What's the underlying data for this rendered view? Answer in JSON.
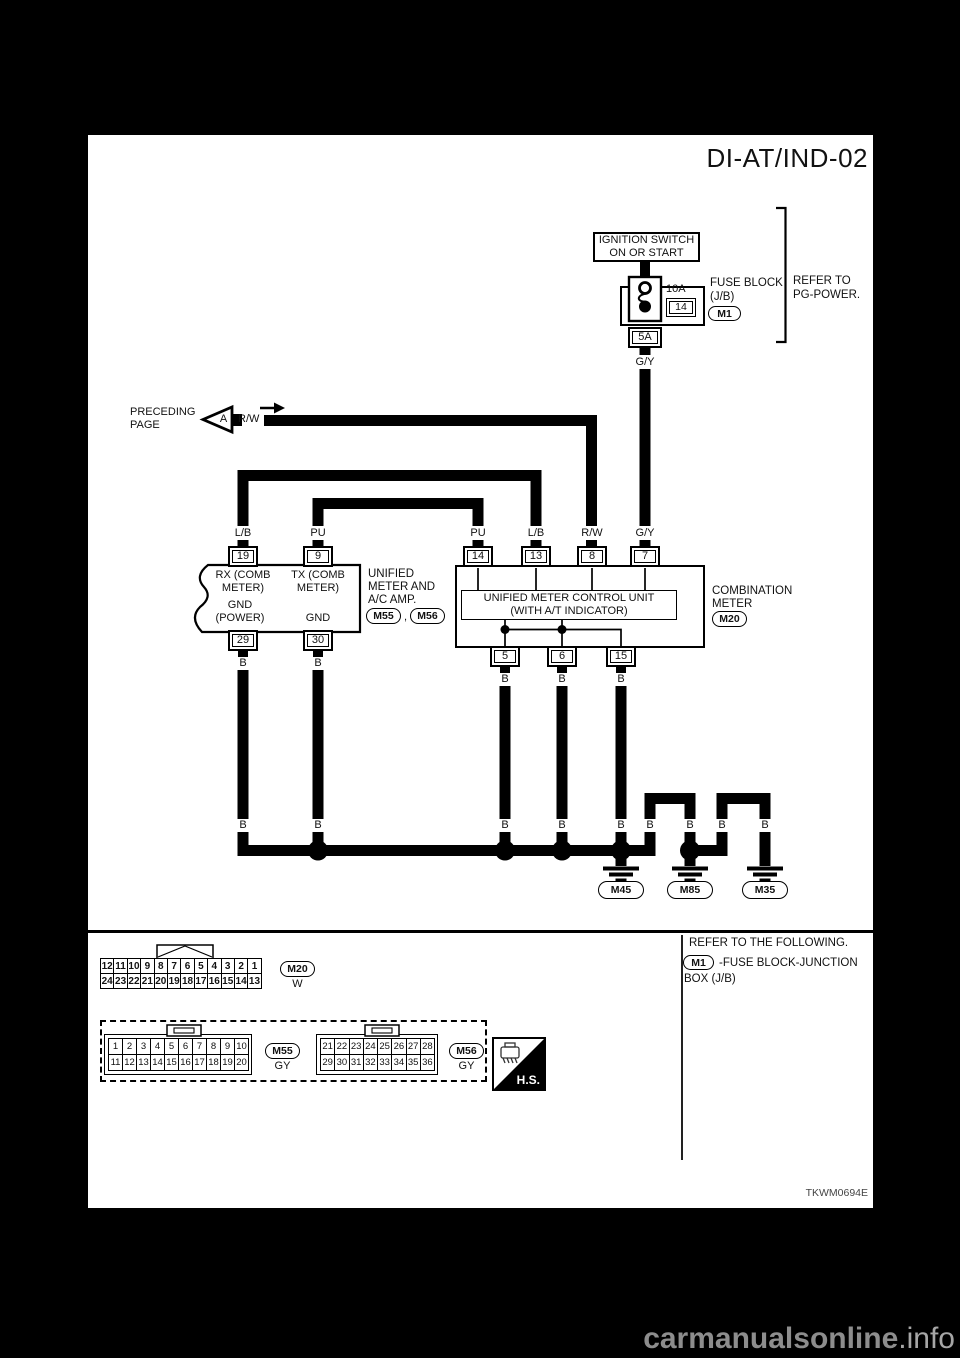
{
  "title": "DI-AT/IND-02",
  "code": "TKWM0694E",
  "watermark": {
    "main": "carmanualsonline",
    "suffix": ".info"
  },
  "power_circuit": {
    "ignition": [
      "IGNITION SWITCH",
      "ON OR START"
    ],
    "fuse_rating": "10A",
    "fuse_slot": "14",
    "fuse_block": [
      "FUSE BLOCK",
      "(J/B)"
    ],
    "fuse_block_connector": "M1",
    "refer_note": [
      "REFER TO",
      "PG-POWER."
    ],
    "sub_fuse": "5A",
    "wire": "G/Y"
  },
  "preceding_page": {
    "label": [
      "PRECEDING",
      "PAGE"
    ],
    "tag": "A",
    "wire": "R/W"
  },
  "top_wires": [
    "L/B",
    "PU",
    "PU",
    "L/B",
    "R/W",
    "G/Y"
  ],
  "top_pins": [
    "19",
    "9",
    "14",
    "13",
    "8",
    "7"
  ],
  "wire_b": "B",
  "left_unit": {
    "pin_rx": [
      "RX (COMB",
      "METER)"
    ],
    "pin_tx": [
      "TX (COMB",
      "METER)"
    ],
    "pin_gnd_power": [
      "GND",
      "(POWER)"
    ],
    "pin_gnd": "GND",
    "bottom_pins": [
      "29",
      "30"
    ],
    "name": [
      "UNIFIED",
      "METER AND",
      "A/C AMP."
    ],
    "connectors": [
      "M55",
      "M56"
    ],
    "separator": ","
  },
  "right_unit": {
    "label": [
      "UNIFIED METER CONTROL UNIT",
      "(WITH A/T INDICATOR)"
    ],
    "name": [
      "COMBINATION",
      "METER"
    ],
    "connector": "M20",
    "bottom_pins": [
      "5",
      "6",
      "15"
    ]
  },
  "grounds": [
    "M45",
    "M85",
    "M35"
  ],
  "connector_details": {
    "m20": {
      "ref": "M20",
      "color": "W",
      "row1": [
        "12",
        "11",
        "10",
        "9",
        "8",
        "7",
        "6",
        "5",
        "4",
        "3",
        "2",
        "1"
      ],
      "row2": [
        "24",
        "23",
        "22",
        "21",
        "20",
        "19",
        "18",
        "17",
        "16",
        "15",
        "14",
        "13"
      ]
    },
    "m55": {
      "ref": "M55",
      "color": "GY",
      "row1": [
        "1",
        "2",
        "3",
        "4",
        "5",
        "6",
        "7",
        "8",
        "9",
        "10"
      ],
      "row2": [
        "11",
        "12",
        "13",
        "14",
        "15",
        "16",
        "17",
        "18",
        "19",
        "20"
      ]
    },
    "m56": {
      "ref": "M56",
      "color": "GY",
      "row1": [
        "21",
        "22",
        "23",
        "24",
        "25",
        "26",
        "27",
        "28"
      ],
      "row2": [
        "29",
        "30",
        "31",
        "32",
        "33",
        "34",
        "35",
        "36"
      ]
    },
    "hs_label": "H.S."
  },
  "footer_note": {
    "line1": "REFER TO THE FOLLOWING.",
    "connector": "M1",
    "line2": "-FUSE BLOCK-JUNCTION",
    "line3": "BOX (J/B)"
  }
}
